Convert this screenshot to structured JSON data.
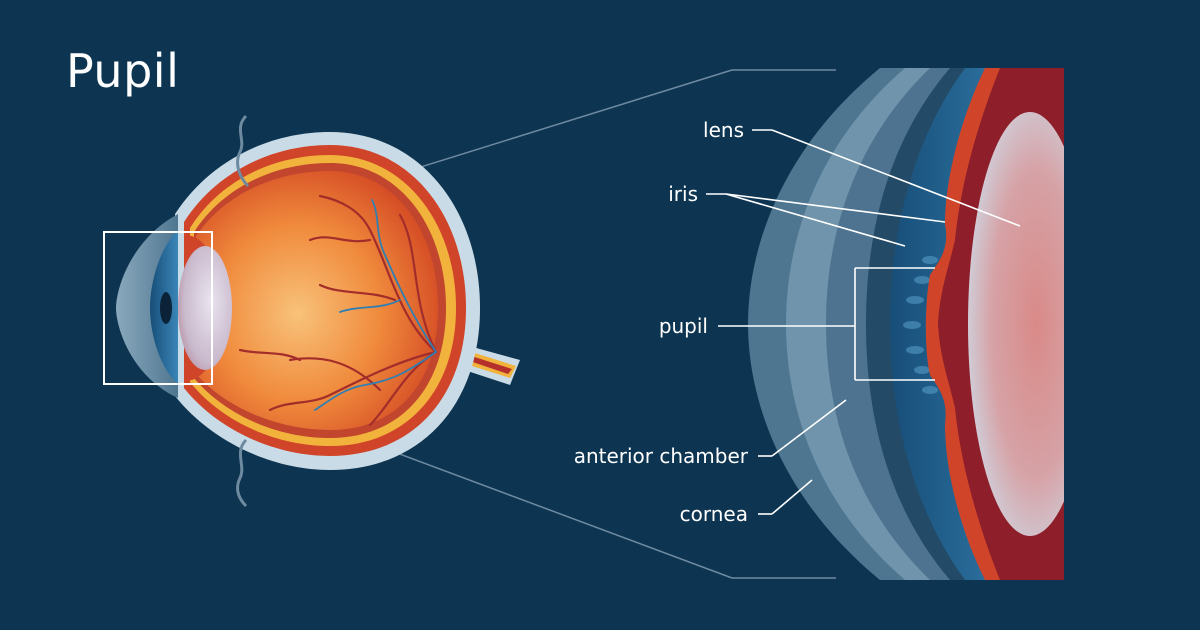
{
  "title": "Pupil",
  "labels": {
    "lens": "lens",
    "iris": "iris",
    "pupil": "pupil",
    "anterior_chamber": "anterior chamber",
    "cornea": "cornea"
  },
  "colors": {
    "background": "#0d3552",
    "sclera": "#c9dbe6",
    "choroid": "#d0452a",
    "retina_gold": "#f2b33d",
    "vitreous_center": "#f6b36a",
    "vitreous_edge": "#e0572a",
    "iris_blue": "#1f5f8c",
    "cornea": "#6c8fa6",
    "lens": "#c9c7d8",
    "leader_line": "#ffffff"
  }
}
